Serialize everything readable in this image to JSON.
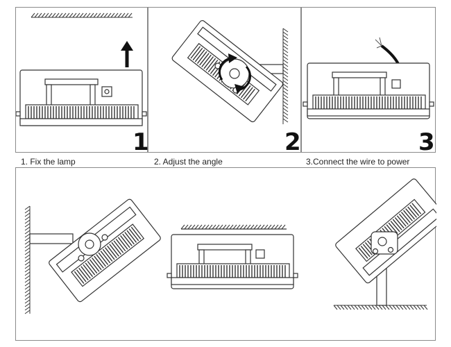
{
  "steps": [
    {
      "number": "1",
      "caption": "1. Fix the lamp",
      "icon": "up-arrow-icon"
    },
    {
      "number": "2",
      "caption": "2. Adjust the angle",
      "icon": "rotate-arrow-icon"
    },
    {
      "number": "3",
      "caption": "3.Connect the wire to power",
      "icon": "power-cable-icon"
    }
  ],
  "mounting_examples": [
    "wall-mount",
    "ceiling-mount",
    "ground-mount"
  ],
  "colors": {
    "border": "#8a8a8a",
    "ink": "#222222",
    "background": "#ffffff"
  }
}
